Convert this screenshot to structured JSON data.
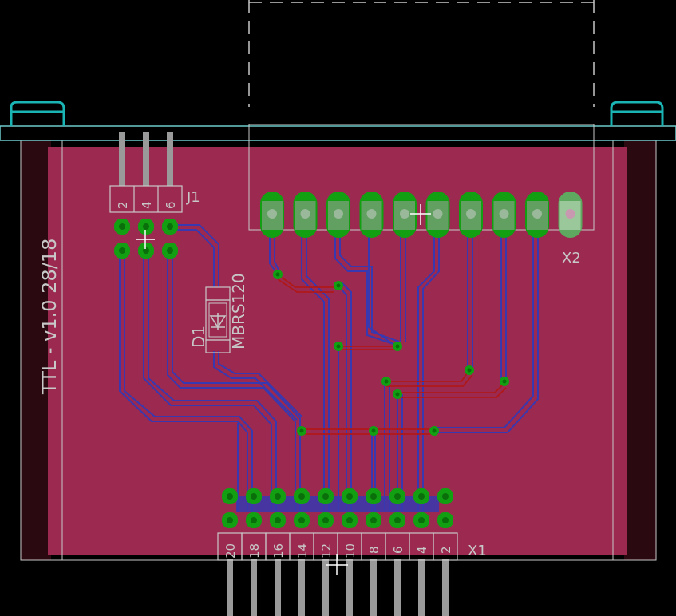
{
  "board": {
    "version_text": "TTL - v1.0 28/18"
  },
  "components": {
    "j1": {
      "designator": "J1",
      "pin_labels": [
        "2",
        "4",
        "6"
      ]
    },
    "d1": {
      "designator": "D1",
      "value": "MBRS120"
    },
    "x1": {
      "designator": "X1",
      "pin_labels": [
        "20",
        "18",
        "16",
        "14",
        "12",
        "10",
        "8",
        "6",
        "4",
        "2"
      ]
    },
    "x2": {
      "designator": "X2",
      "pad_count": 10
    }
  },
  "colors": {
    "background": "#000000",
    "board_fill": "#9b2950",
    "board_edge": "#5a1020",
    "outline": "#c8c8c8",
    "pad_green": "#12a012",
    "pad_dark": "#0a6e0a",
    "pad_hole": "#8ca08c",
    "pin_gray": "#9a9a9a",
    "bottom_trace": "#3838b0",
    "top_trace": "#b01818",
    "mount_cyan": "#1ab4b4",
    "outline_cyan": "#6ecbcb"
  }
}
